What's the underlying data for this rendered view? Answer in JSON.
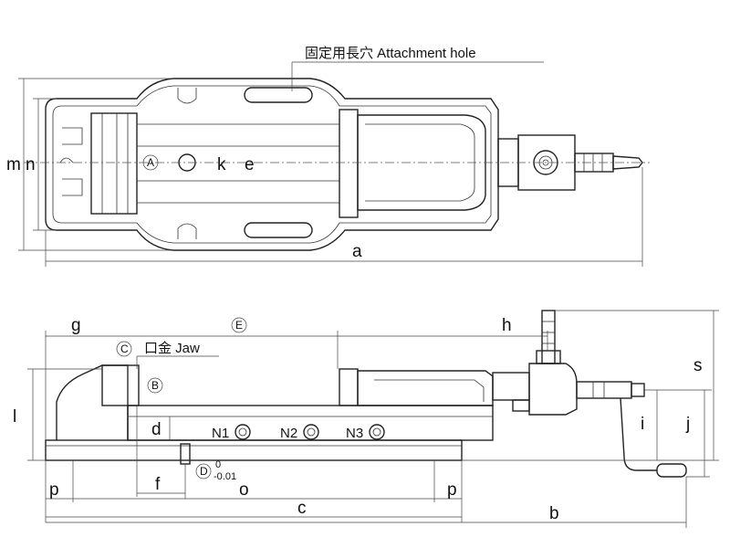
{
  "top_view": {
    "attachment_hole_label": "固定用長穴 Attachment hole",
    "dim_a": "a",
    "dim_m": "m",
    "dim_n": "n",
    "dim_k": "k",
    "dim_e": "e",
    "marker_A": "A"
  },
  "side_view": {
    "dim_g": "g",
    "dim_h": "h",
    "dim_s": "s",
    "dim_l": "l",
    "dim_i": "i",
    "dim_j": "j",
    "dim_d": "d",
    "dim_f": "f",
    "dim_o": "o",
    "dim_p_left": "p",
    "dim_p_right": "p",
    "dim_c": "c",
    "dim_b": "b",
    "marker_E": "E",
    "marker_C": "C",
    "marker_B": "B",
    "marker_D": "D",
    "jaw_label": "口金 Jaw",
    "tol_upper": "0",
    "tol_lower": "-0.01",
    "nut_N1": "N1",
    "nut_N2": "N2",
    "nut_N3": "N3"
  }
}
